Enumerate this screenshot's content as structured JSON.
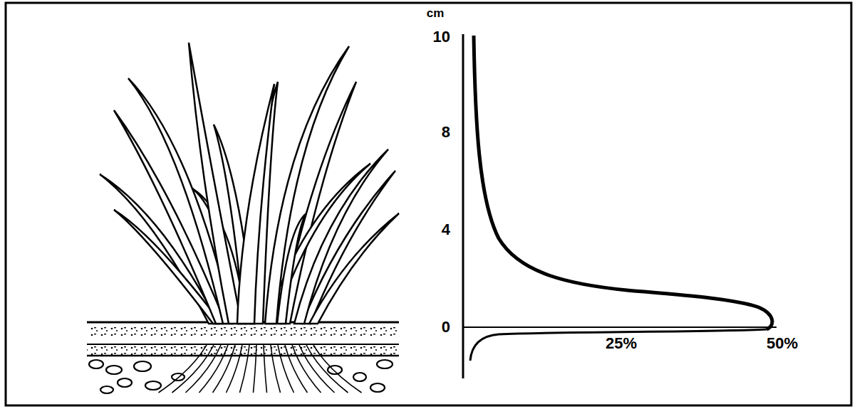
{
  "diagram": {
    "labels": [
      "cm",
      "10",
      "8",
      "4",
      "0",
      "25%",
      "50%"
    ]
  }
}
